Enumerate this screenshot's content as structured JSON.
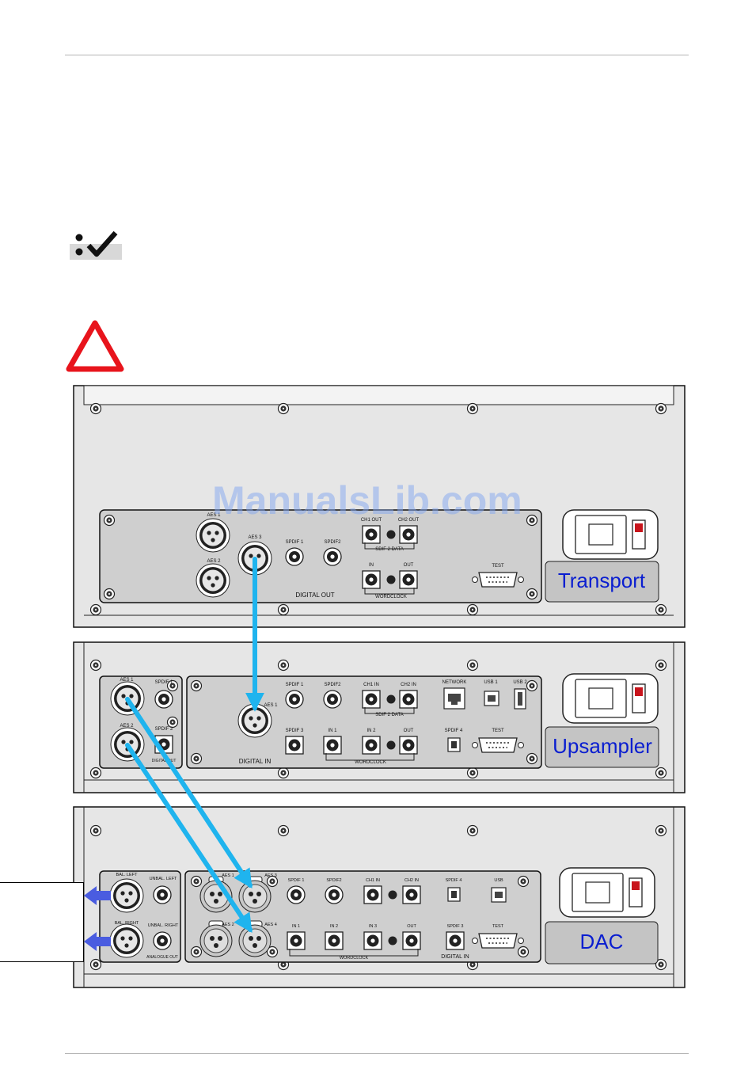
{
  "units": {
    "transport": {
      "label": "Transport",
      "connectors": {
        "aes1": "AES 1",
        "aes2": "AES 2",
        "aes3": "AES 3",
        "spdif1": "SPDIF 1",
        "spdif2": "SPDIF2",
        "ch1out": "CH1 OUT",
        "ch2out": "CH2 OUT",
        "sdif": "SDIF 2 DATA",
        "in": "IN",
        "out": "OUT",
        "wordclock": "WORDCLOCK",
        "test": "TEST",
        "digital_out": "DIGITAL OUT"
      }
    },
    "upsampler": {
      "label": "Upsampler",
      "connectors": {
        "aes1": "AES 1",
        "aes2": "AES 2",
        "spdif1": "SPDIF 1",
        "spdif2": "SPDIF 2",
        "digital_out": "DIGITAL OUT",
        "aes_in": "AES 1",
        "spdif1b": "SPDIF 1",
        "spdif2b": "SPDIF2",
        "ch1in": "CH1 IN",
        "ch2in": "CH2 IN",
        "network": "NETWORK",
        "usb1": "USB 1",
        "usb2": "USB 2",
        "spdif3": "SPDIF 3",
        "in1": "IN 1",
        "in2": "IN 2",
        "out": "OUT",
        "spdif4": "SPDIF 4",
        "test": "TEST",
        "sdif": "SDIF 2 DATA",
        "wordclock": "WORDCLOCK",
        "digital_in": "DIGITAL IN"
      }
    },
    "dac": {
      "label": "DAC",
      "connectors": {
        "bal_left": "BAL. LEFT",
        "unbal_left": "UNBAL. LEFT",
        "bal_right": "BAL. RIGHT",
        "unbal_right": "UNBAL. RIGHT",
        "analogue_out": "ANALOGUE OUT",
        "aes1": "AES 1",
        "aes2": "AES 2",
        "aes3": "AES 3",
        "aes4": "AES 4",
        "spdif1": "SPDIF 1",
        "spdif2": "SPDIF2",
        "ch1in": "CH1 IN",
        "ch2in": "CH2 IN",
        "spdif4": "SPDIF 4",
        "usb": "USB",
        "in1": "IN 1",
        "in2": "IN 2",
        "in3": "IN 3",
        "out": "OUT",
        "spdif3": "SPDIF 3",
        "test": "TEST",
        "wordclock": "WORDCLOCK",
        "digital_in": "DIGITAL IN"
      }
    }
  },
  "watermark": "ManualsLib.com",
  "colors": {
    "cable": "#1fb4ee",
    "output_arrow": "#4a5ce0",
    "warning": "#e8141c",
    "unit_label": "#0a1ed0"
  }
}
